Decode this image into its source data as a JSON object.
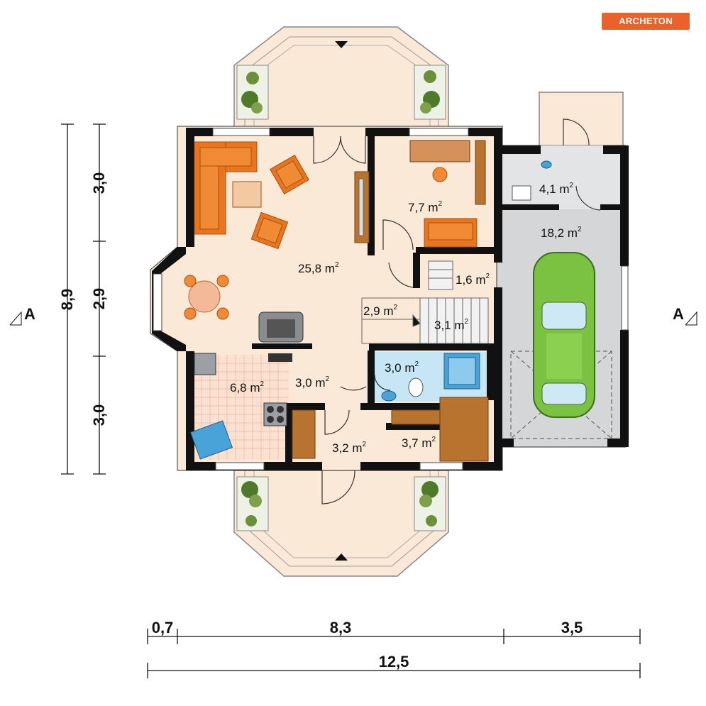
{
  "brand": {
    "logo_text": "ARCHETON",
    "logo_color": "#e8622a"
  },
  "colors": {
    "wall": "#111111",
    "floor": "#fbe9d8",
    "terrace": "#fbe9d8",
    "garage_floor": "#d4d6d8",
    "bath_floor": "#c7e6f5",
    "furniture_orange": "#e8761e",
    "wood": "#b8732e",
    "car": "#7cc242"
  },
  "rooms": [
    {
      "id": "living",
      "area": "25,8 m",
      "sup": "2"
    },
    {
      "id": "study",
      "area": "7,7 m",
      "sup": "2"
    },
    {
      "id": "boiler",
      "area": "4,1 m",
      "sup": "2"
    },
    {
      "id": "garage",
      "area": "18,2 m",
      "sup": "2"
    },
    {
      "id": "hall_small",
      "area": "1,6 m",
      "sup": "2"
    },
    {
      "id": "stairs_hall",
      "area": "2,9 m",
      "sup": "2"
    },
    {
      "id": "stairs",
      "area": "3,1 m",
      "sup": "2"
    },
    {
      "id": "kitchen",
      "area": "6,8 m",
      "sup": "2"
    },
    {
      "id": "corridor",
      "area": "3,0 m",
      "sup": "2"
    },
    {
      "id": "bathroom",
      "area": "3,0 m",
      "sup": "2"
    },
    {
      "id": "entrance",
      "area": "3,2 m",
      "sup": "2"
    },
    {
      "id": "wardrobe",
      "area": "3,7 m",
      "sup": "2"
    }
  ],
  "dimensions": {
    "vertical_total": "8,9",
    "vertical_parts": [
      "3,0",
      "2,9",
      "3,0"
    ],
    "horizontal_parts": [
      "0,7",
      "8,3",
      "3,5"
    ],
    "horizontal_total": "12,5"
  },
  "section_marker": {
    "label": "A"
  }
}
